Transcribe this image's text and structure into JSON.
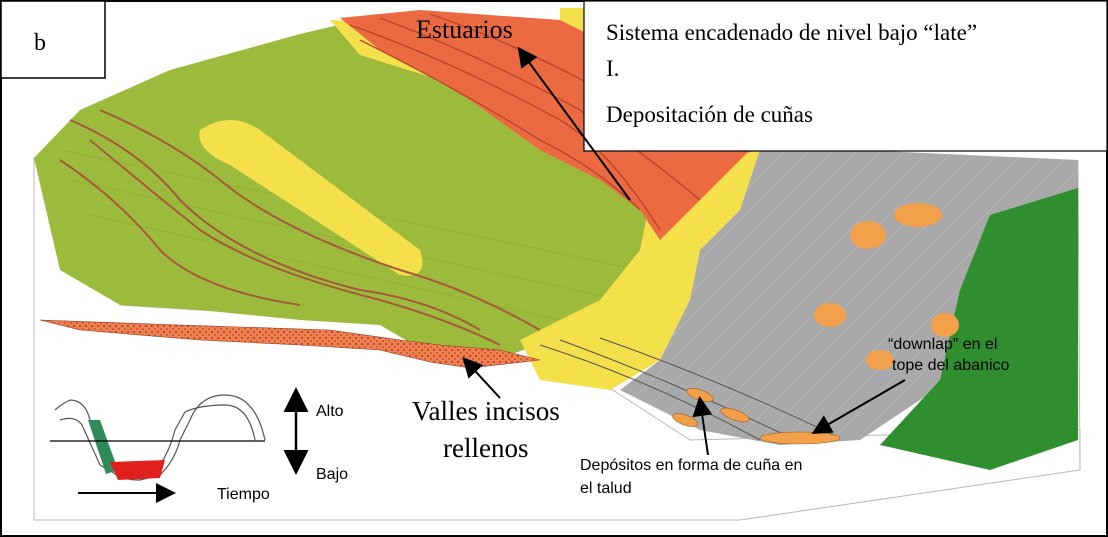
{
  "panel_letter": "b",
  "title": {
    "line1": "Sistema encadenado de nivel bajo “late”",
    "line2": "I.",
    "line3": "Depositación de cuñas"
  },
  "labels": {
    "estuarios": "Estuarios",
    "valles_line1": "Valles incisos",
    "valles_line2": "rellenos",
    "downlap_line1": "“downlap” en el",
    "downlap_line2": "tope del abanico",
    "depositos_line1": "Depósitos en forma de cuña en",
    "depositos_line2": "el talud"
  },
  "legend": {
    "alto": "Alto",
    "bajo": "Bajo",
    "tiempo": "Tiempo"
  },
  "colors": {
    "green_plain": "#9cbb3c",
    "estuary_orange": "#ec6a42",
    "yellow_sand": "#f3e04a",
    "slope_grey": "#a9a9a9",
    "basin_green": "#2f8f2f",
    "fan_orange": "#f2a04a",
    "legend_green": "#2e8b57",
    "legend_red": "#e0201c"
  }
}
